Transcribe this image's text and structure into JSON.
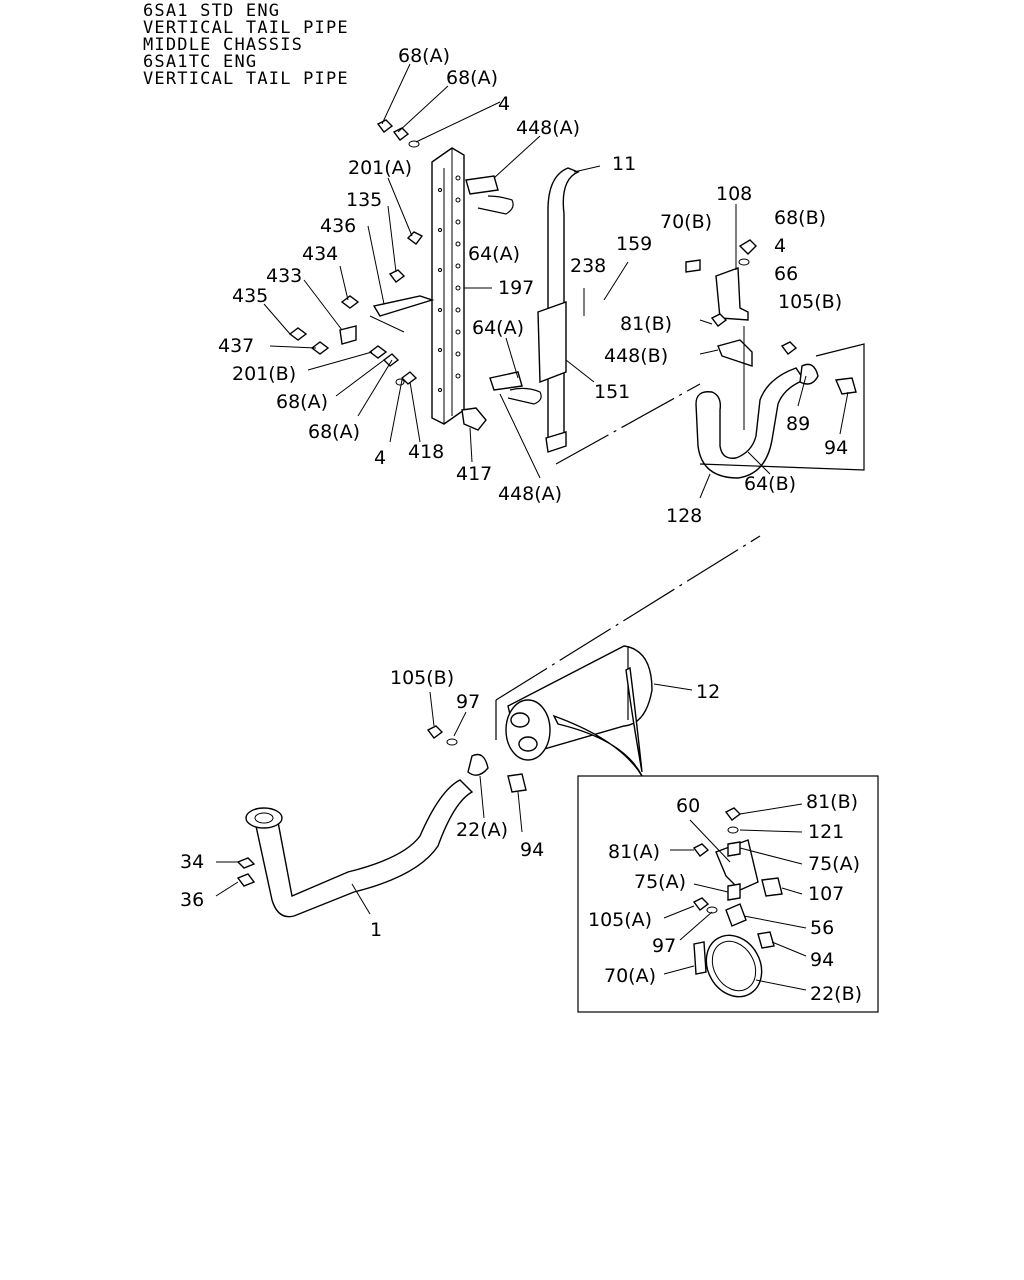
{
  "header_lines": [
    "6SA1 STD ENG",
    "VERTICAL TAIL PIPE",
    "MIDDLE CHASSIS",
    "6SA1TC ENG",
    "VERTICAL TAIL PIPE"
  ],
  "callouts": {
    "c68a_1": "68(A)",
    "c68a_2": "68(A)",
    "c4_1": "4",
    "c448a_1": "448(A)",
    "c201a": "201(A)",
    "c11": "11",
    "c108": "108",
    "c135": "135",
    "c70b": "70(B)",
    "c68b": "68(B)",
    "c436": "436",
    "c4_2": "4",
    "c434": "434",
    "c66": "66",
    "c159": "159",
    "c433": "433",
    "c238": "238",
    "c64a_1": "64(A)",
    "c197": "197",
    "c105b_1": "105(B)",
    "c435": "435",
    "c81b_1": "81(B)",
    "c64a_2": "64(A)",
    "c437": "437",
    "c448b": "448(B)",
    "c201b": "201(B)",
    "c68a_3": "68(A)",
    "c151": "151",
    "c89": "89",
    "c68a_4": "68(A)",
    "c4_3": "4",
    "c418": "418",
    "c94_1": "94",
    "c417": "417",
    "c64b": "64(B)",
    "c448a_2": "448(A)",
    "c128": "128",
    "c105b_2": "105(B)",
    "c97_1": "97",
    "c12": "12",
    "c22a": "22(A)",
    "c94_2": "94",
    "c34": "34",
    "c36": "36",
    "c1": "1",
    "c60": "60",
    "c81b_2": "81(B)",
    "c121": "121",
    "c81a": "81(A)",
    "c75a_1": "75(A)",
    "c75a_2": "75(A)",
    "c107": "107",
    "c105a": "105(A)",
    "c56": "56",
    "c97_2": "97",
    "c94_3": "94",
    "c70a": "70(A)",
    "c22b": "22(B)"
  }
}
